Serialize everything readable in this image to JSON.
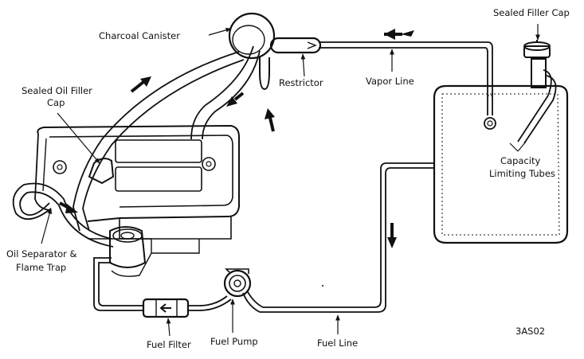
{
  "labels": {
    "charcoal_canister": "Charcoal Canister",
    "sealed_filler_cap": "Sealed Filler Cap",
    "sealed_oil_filler_cap_line1": "Sealed Oil Filler",
    "sealed_oil_filler_cap_line2": "Cap",
    "restrictor": "Restrictor",
    "vapor_line": "Vapor Line",
    "capacity_limiting_tubes_line1": "Capacity",
    "capacity_limiting_tubes_line2": "Limiting Tubes",
    "oil_separator_line1": "Oil Separator &",
    "oil_separator_line2": "Flame Trap",
    "fuel_filter": "Fuel Filter",
    "fuel_pump": "Fuel Pump",
    "fuel_line": "Fuel Line",
    "figure_code": "3AS02"
  }
}
